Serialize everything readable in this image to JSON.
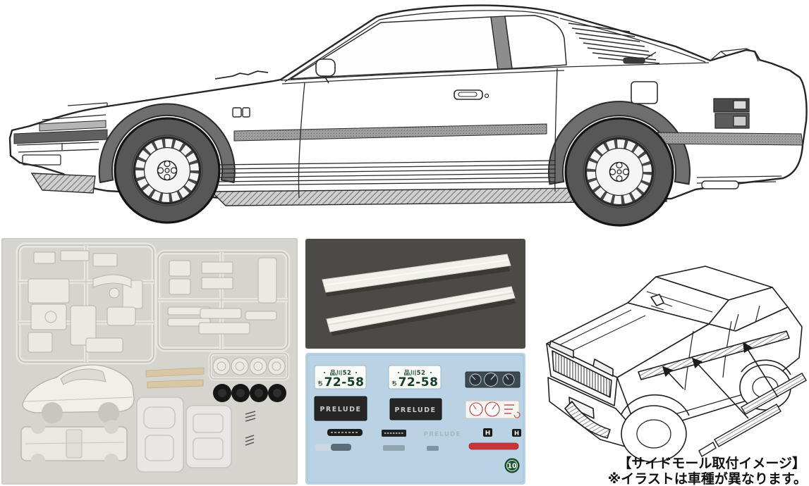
{
  "page": {
    "background": "#ffffff"
  },
  "colors": {
    "line": "#2a2a2a",
    "arch_shade": "#6e6e6e",
    "tire_gray": "#575757",
    "molding_gray": "#9a9a9a",
    "bumper_strip_dark": "#606060",
    "parts_photo_bg": "#d6d4cf",
    "part_white": "#ebe9e3",
    "tan_strip": "#d9c7a4",
    "tire_black": "#161616",
    "strips_photo_bg": "#4b4a47",
    "resin_strip_white": "#f2f0e9",
    "decal_sheet_bg": "#b9d2e4",
    "plate_green": "#17472e",
    "prelude_plate_bg": "#262626",
    "prelude_plate_text": "#c9c9c9",
    "gauge_cluster_dark": "#3d4a52",
    "gauge_red": "#c4332e",
    "red_stripe": "#c6373a",
    "badge_green": "#1d5632"
  },
  "decal_sheet": {
    "license_plates": [
      {
        "region": "品川52",
        "prefix": "ち",
        "number": "72-58"
      },
      {
        "region": "品川52",
        "prefix": "ち",
        "number": "72-58"
      }
    ],
    "prelude_plates": [
      "PRELUDE",
      "PRELUDE"
    ],
    "prelude_outline_label": "PRELUDE",
    "honda_h_logos": [
      "H",
      "H"
    ],
    "badge_number": "10"
  },
  "install_illustration": {
    "caption": "【サイドモール取付イメージ】",
    "note": "※イラストは車種が異なります。"
  }
}
